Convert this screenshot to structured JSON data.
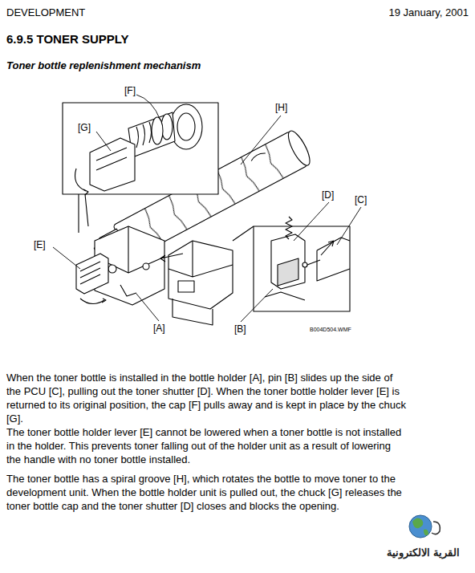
{
  "diagram": {
    "title": "6.9.5 TONER SUPPLY",
    "labels": [
      "DEVELOPMENT",
      "19 January, 2001",
      "Toner bottle replenishment mechanism",
      "[F]",
      "[G]",
      "[H]",
      "[D]",
      "[C]",
      "[E]",
      "[A]",
      "[B]",
      "B004D504.WMF",
      "When the toner bottle is installed in the bottle holder [A], pin [B] slides up the side of the PCU [C], pulling out the toner shutter [D]. When the toner bottle holder lever [E] is returned to its original position, the cap [F] pulls away and is kept in place by the chuck [G].",
      "The toner bottle holder lever [E] cannot be lowered when a toner bottle is not installed in the holder. This prevents toner falling out of the holder unit as a result of lowering the handle with no toner bottle installed.",
      "The toner bottle has a spiral groove [H], which rotates the bottle to move toner to the development unit. When the bottle holder unit is pulled out, the chuck [G] releases the toner bottle cap and the toner shutter [D] closes and blocks the opening.",
      "القرية الالكترونية"
    ]
  }
}
